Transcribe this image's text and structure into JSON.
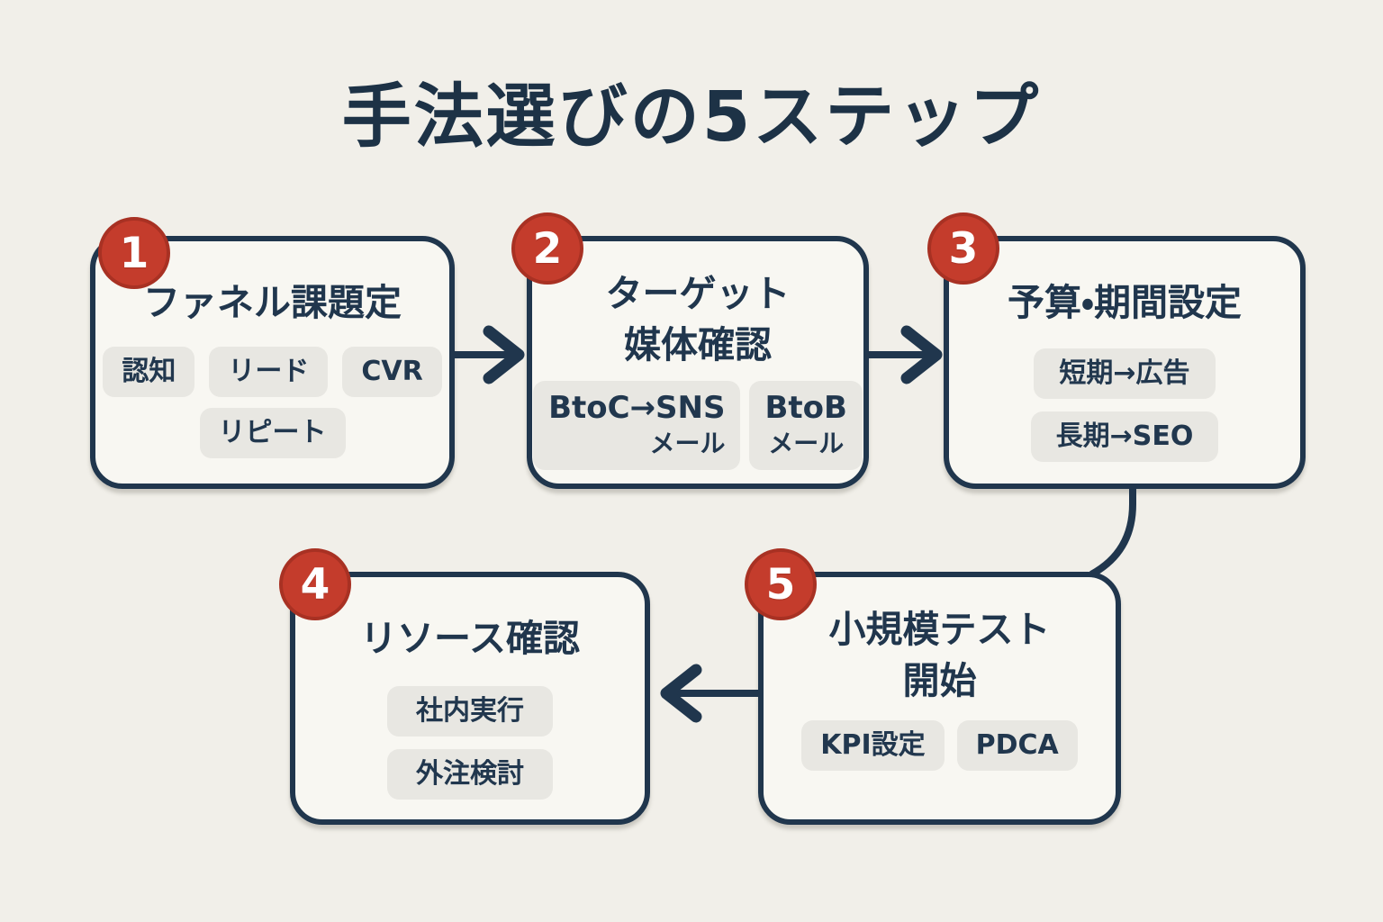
{
  "title": "手法選びの5ステップ",
  "colors": {
    "background": "#f1efe9",
    "box_fill": "#f8f7f2",
    "border_navy": "#20364d",
    "text_navy": "#1d3246",
    "badge_red": "#c43c2c",
    "badge_ring": "#a83123",
    "tag_gray": "#e8e7e2"
  },
  "steps": [
    {
      "number": "1",
      "title": "ファネル課題定",
      "tags": [
        "認知",
        "リード",
        "CVR",
        "リピート"
      ]
    },
    {
      "number": "2",
      "title_line1": "ターゲット",
      "title_line2": "媒体確認",
      "tags": [
        {
          "line1": "BtoC→SNS",
          "line2": "メール"
        },
        {
          "line1": "BtoB",
          "line2": "メール"
        }
      ]
    },
    {
      "number": "3",
      "title": "予算・期間設定",
      "tags": [
        "短期→広告",
        "長期→SEO"
      ]
    },
    {
      "number": "4",
      "title": "リソース確認",
      "tags": [
        "社内実行",
        "外注検討"
      ]
    },
    {
      "number": "5",
      "title_line1": "小規模テスト",
      "title_line2": "開始",
      "tags": [
        "KPI設定",
        "PDCA"
      ]
    }
  ]
}
